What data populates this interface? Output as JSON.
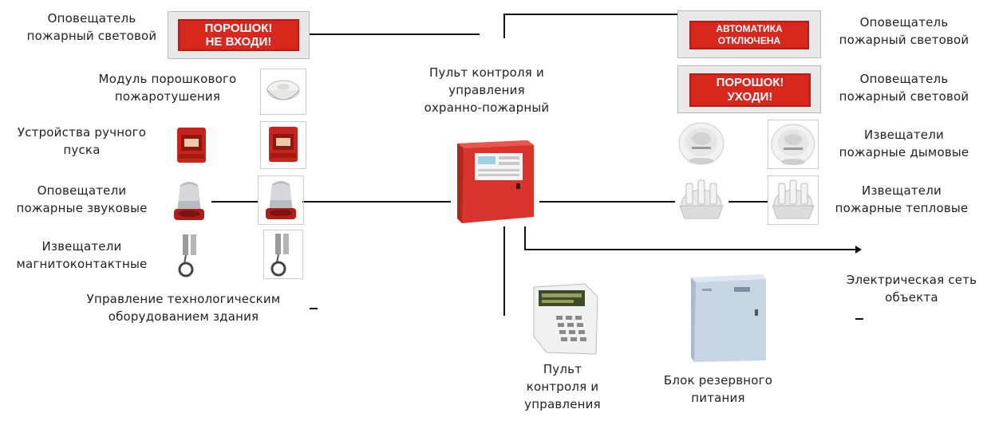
{
  "left_labels": {
    "notifier_light": [
      "Оповещатель",
      "пожарный световой"
    ],
    "module": [
      "Модуль порошкового",
      "пожаротушения"
    ],
    "manual": [
      "Устройства ручного",
      "пуска"
    ],
    "sound": [
      "Оповещатели",
      "пожарные звуковые"
    ],
    "magnetic": [
      "Извещатели",
      "магнитоконтактные"
    ],
    "tech": [
      "Управление технологическим",
      "оборудованием здания"
    ]
  },
  "center_labels": {
    "panel": [
      "Пульт контроля и",
      "управления",
      "охранно-пожарный"
    ],
    "remote": [
      "Пульт",
      "контроля и",
      "управления"
    ],
    "power": [
      "Блок резервного",
      "питания"
    ]
  },
  "right_labels": {
    "notifier_light_top": [
      "Оповещатель",
      "пожарный световой"
    ],
    "notifier_light_2": [
      "Оповещатель",
      "пожарный световой"
    ],
    "smoke": [
      "Извещатели",
      "пожарные дымовые"
    ],
    "heat": [
      "Извещатели",
      "пожарные тепловые"
    ],
    "network": [
      "Электрическая сеть",
      "объекта"
    ]
  },
  "signs": {
    "left": [
      "ПОРОШОК!",
      "НЕ ВХОДИ!"
    ],
    "right_top": [
      "АВТОМАТИКА",
      "ОТКЛЮЧЕНА"
    ],
    "right_2": [
      "ПОРОШОК!",
      "УХОДИ!"
    ]
  },
  "colors": {
    "sign_red": "#d8281e",
    "panel_red": "#d9342b",
    "line": "#111111"
  }
}
